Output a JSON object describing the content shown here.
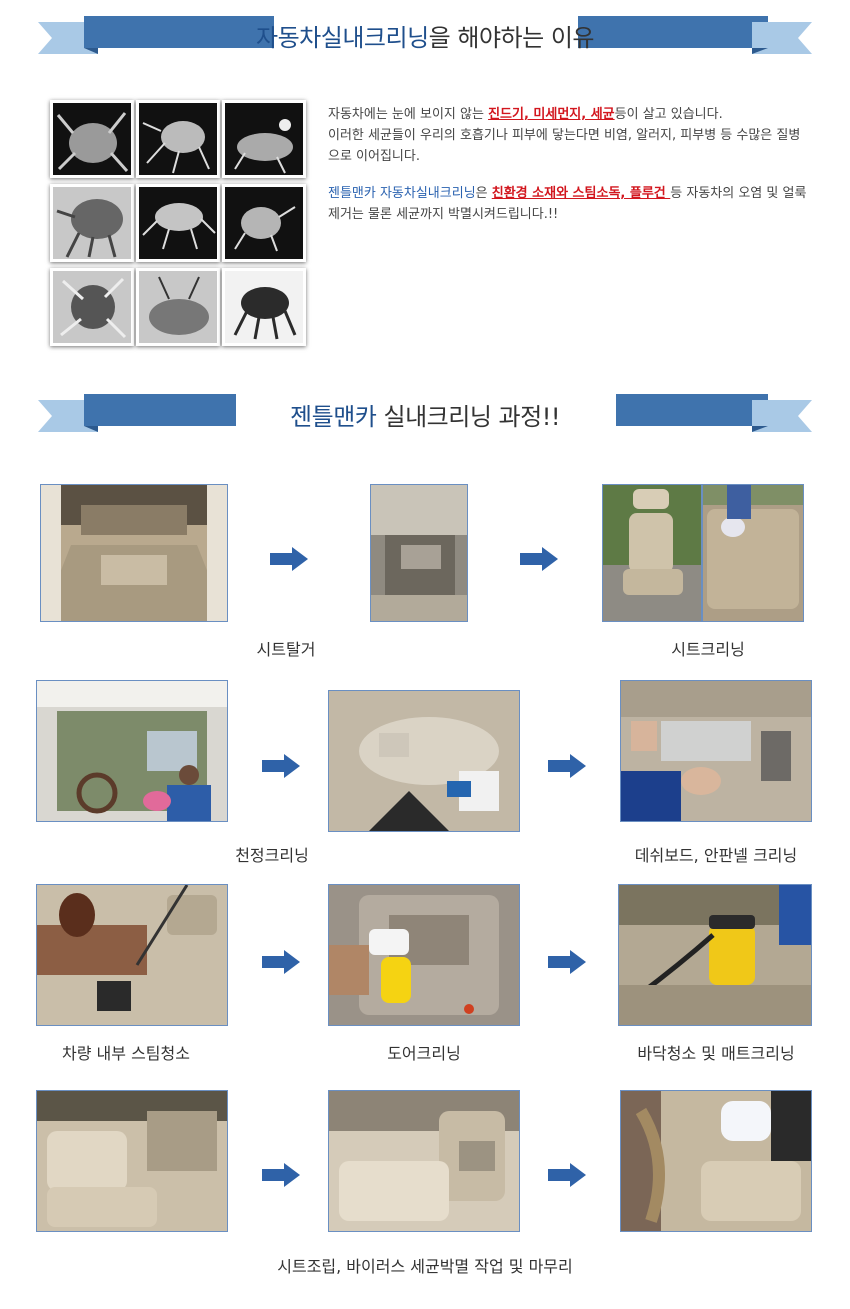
{
  "section1": {
    "title_highlight": "자동차실내크리닝",
    "title_rest": "을 해야하는 이유"
  },
  "intro": {
    "p1_a": "자동차에는 눈에 보이지 않는 ",
    "p1_red": "진드기, 미세먼지, 세균",
    "p1_b": "등이 살고 있습니다.",
    "p1_line2": "이러한 세균들이 우리의 호흡기나 피부에 닿는다면 비염, 알러지, 피부병 등 수많은 질병",
    "p1_line3": "으로 이어집니다.",
    "p2_blue": "젠틀맨카 자동차실내크리닝",
    "p2_a": "은 ",
    "p2_red": "친환경 소재와 스팀소독, 플루건 ",
    "p2_b": "등 자동차의 오염 및 얼룩",
    "p2_line2": "제거는 물론 세균까지 박멸시켜드립니다.!!"
  },
  "section2": {
    "title_highlight": "젠틀맨카",
    "title_rest": " 실내크리닝 과정!!"
  },
  "captions": {
    "seat_removal": "시트탈거",
    "seat_cleaning": "시트크리닝",
    "ceiling_cleaning": "천정크리닝",
    "dashboard_cleaning": "데쉬보드, 안판넬 크리닝",
    "steam_cleaning": "차량 내부 스팀청소",
    "door_cleaning": "도어크리닝",
    "floor_cleaning": "바닥청소 및 매트크리닝",
    "finish": "시트조립, 바이러스 세균박멸 작업 및 마무리"
  },
  "colors": {
    "ribbon_dark": "#3f73ad",
    "ribbon_light": "#a9c9e6",
    "arrow": "#2f62a8",
    "accent_red": "#d2161e",
    "accent_blue": "#2a62b0"
  }
}
